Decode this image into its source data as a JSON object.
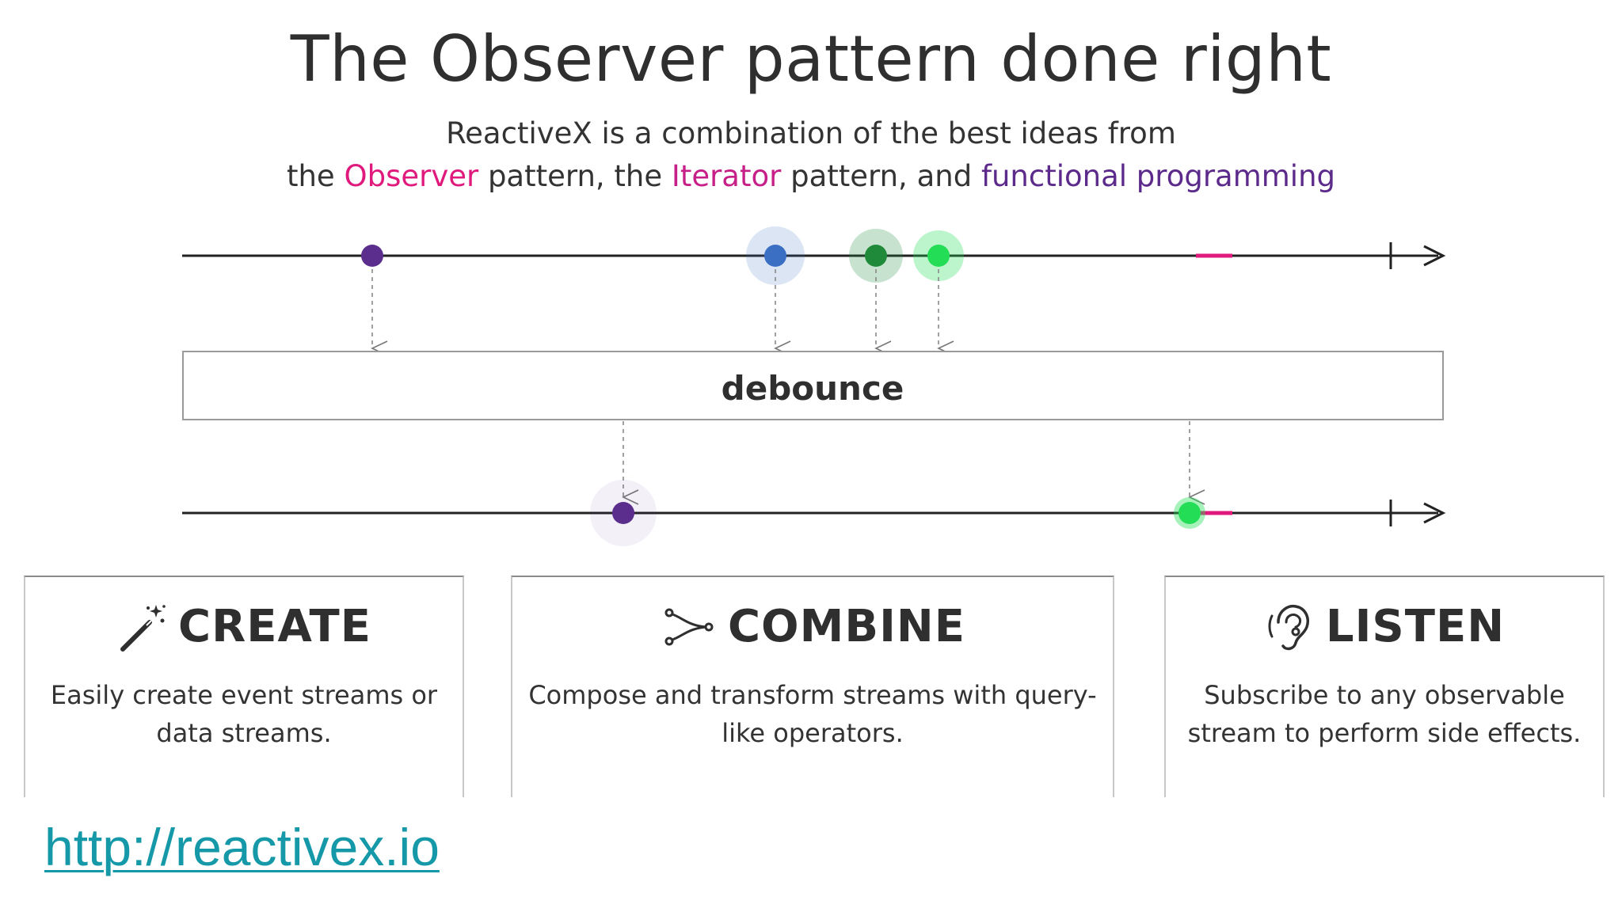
{
  "slide": {
    "title": "The Observer pattern done right",
    "subtitle": {
      "line1": "ReactiveX is a combination of the best ideas from",
      "line2_prefix": "the ",
      "line2_observer": "Observer",
      "line2_mid1": " pattern, the ",
      "line2_iterator": "Iterator",
      "line2_mid2": " pattern, and ",
      "line2_functional": "functional programming"
    },
    "diagram": {
      "operator_label": "debounce",
      "colors": {
        "purple": "#5b2d8c",
        "blue": "#3a6fc4",
        "dark_green": "#1f8a3a",
        "green": "#22dd55",
        "pink": "#e0197d"
      }
    },
    "panels": [
      {
        "title": "CREATE",
        "icon": "magic-wand-icon",
        "description": "Easily create event streams or data streams."
      },
      {
        "title": "COMBINE",
        "icon": "combine-arrow-icon",
        "description": "Compose and transform streams with query-like operators."
      },
      {
        "title": "LISTEN",
        "icon": "ear-icon",
        "description": "Subscribe to any observable stream to perform side effects."
      }
    ],
    "link": "http://reactivex.io"
  }
}
